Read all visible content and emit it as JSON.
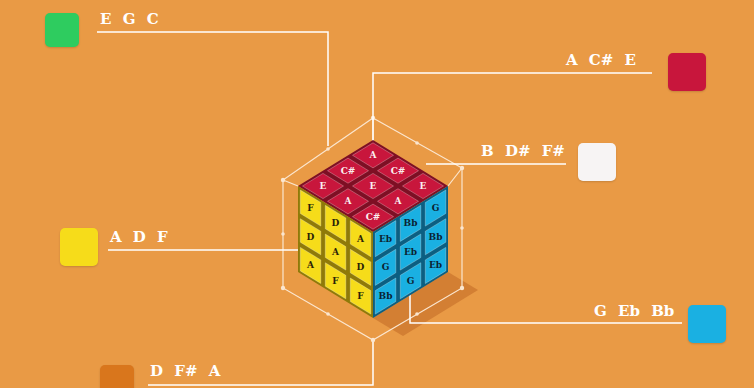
{
  "diagram": {
    "labels": [
      "A",
      "C#",
      "C#",
      "E",
      "E",
      "E",
      "A",
      "A",
      "C#",
      "F",
      "D",
      "A",
      "D",
      "A",
      "D",
      "A",
      "F",
      "F",
      "Eb",
      "Bb",
      "G",
      "G",
      "Eb",
      "Bb",
      "Bb",
      "G",
      "Eb"
    ],
    "legend": [
      {
        "text": "E G C",
        "color": "#2ecc5f"
      },
      {
        "text": "A C# E",
        "color": "#c8163c"
      },
      {
        "text": "B D# F#",
        "color": "#f7f4f4"
      },
      {
        "text": "A D F",
        "color": "#f6dc1a"
      },
      {
        "text": "G Eb Bb",
        "color": "#1ab0e2"
      },
      {
        "text": "D F# A",
        "color": "#d9761c"
      }
    ]
  }
}
